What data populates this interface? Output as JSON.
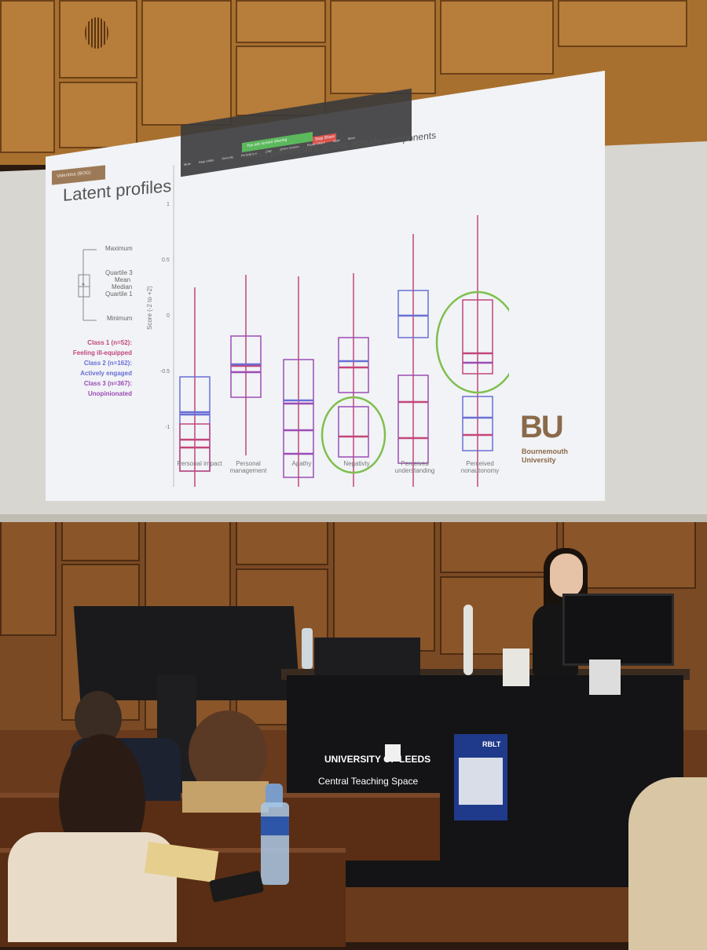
{
  "slide": {
    "tag": "Valentina (BOG)",
    "title": "Latent profiles",
    "chart_title": "Class parameters across attitude components",
    "y_axis_label": "Score (-2 to +2)",
    "y_ticks": [
      "1",
      "0.5",
      "0",
      "-0.5",
      "-1"
    ],
    "legend_box": [
      "Maximum",
      "Quartile 3",
      "Mean",
      "Median",
      "Quartile 1",
      "Minimum"
    ],
    "classes": [
      {
        "label": "Class 1 (n=52):",
        "desc": "Feeling ill-equipped",
        "color": "#c3467b"
      },
      {
        "label": "Class 2 (n=162):",
        "desc": "Actively engaged",
        "color": "#6a6fd6"
      },
      {
        "label": "Class 3 (n=367):",
        "desc": "Unopinionated",
        "color": "#9c4cb5"
      }
    ],
    "categories": [
      "Personal impact",
      "Personal management",
      "Apathy",
      "Negativty",
      "Perceived understanding",
      "Perceived nonautonomy"
    ],
    "logo_letters": "BU",
    "logo_name": "Bournemouth University",
    "toolbar_labels": [
      "Mute",
      "Stop Video",
      "Security",
      "Participants",
      "Chat",
      "Share Screen",
      "Pause Share",
      "Apps",
      "More"
    ],
    "share_notice": "You are screen sharing",
    "stop_share": "Stop Share"
  },
  "desk": {
    "university": "UNIVERSITY OF LEEDS",
    "space": "Central Teaching Space",
    "poster_title": "RBLT"
  },
  "colors": {
    "class1": "#c3467b",
    "class2": "#6a6fd6",
    "class3": "#9c4cb5",
    "highlight": "#7fbf4d",
    "wood": "#b77d3b"
  }
}
